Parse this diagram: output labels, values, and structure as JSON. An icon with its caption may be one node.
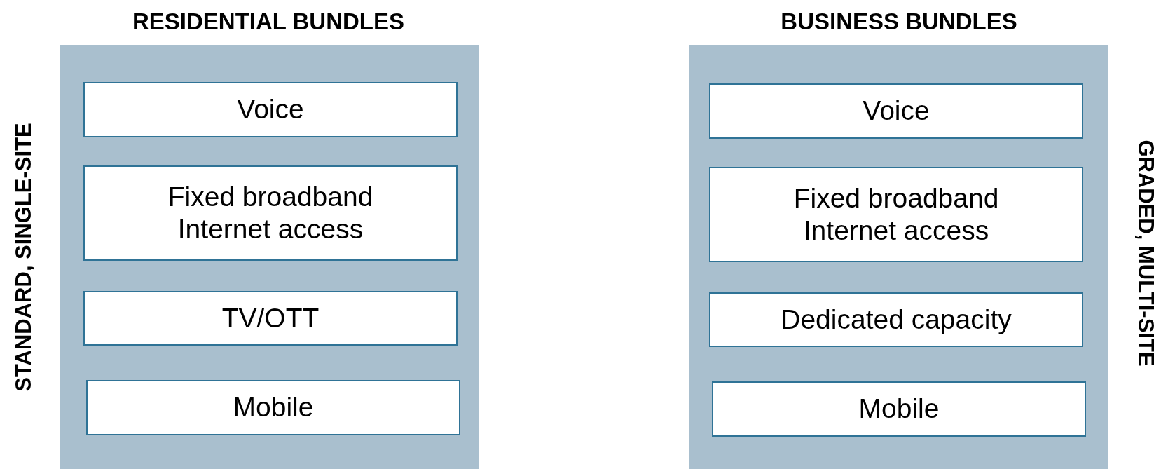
{
  "diagram": {
    "nodes": [
      {
        "text": [
          "RESIDENTIAL BUNDLES"
        ],
        "beside": [
          "STANDARD, SINGLE-SITE"
        ]
      },
      {
        "text": [
          "Voice"
        ],
        "in": 0
      },
      {
        "text": [
          "Fixed broadband Internet access"
        ],
        "in": 0
      },
      {
        "text": [
          "TV/OTT"
        ],
        "in": 0
      },
      {
        "text": [
          "Mobile"
        ],
        "in": 0
      },
      {
        "text": [
          "BUSINESS BUNDLES"
        ],
        "beside": [
          "GRADED, MULTI-SITE"
        ]
      },
      {
        "text": [
          "Voice"
        ],
        "in": 5
      },
      {
        "text": [
          "Fixed broadband Internet access"
        ],
        "in": 5
      },
      {
        "text": [
          "Dedicated capacity"
        ],
        "in": 5
      },
      {
        "text": [
          "Mobile"
        ],
        "in": 5
      }
    ]
  }
}
